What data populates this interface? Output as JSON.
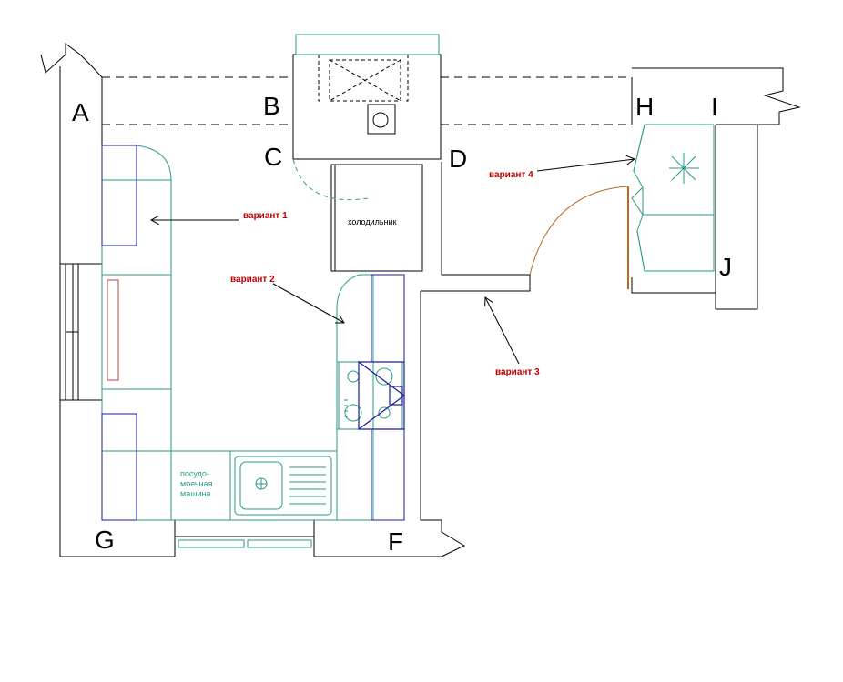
{
  "points": {
    "a": "A",
    "b": "B",
    "c": "C",
    "d": "D",
    "h": "H",
    "i": "I",
    "j": "J",
    "g": "G",
    "f": "F"
  },
  "variants": {
    "v1": "вариант 1",
    "v2": "вариант 2",
    "v3": "вариант 3",
    "v4": "вариант 4"
  },
  "appliances": {
    "fridge": "холодильник",
    "dishwasher_line1": "посудо-",
    "dishwasher_line2": "моечная",
    "dishwasher_line3": "машина"
  },
  "colors": {
    "wall": "#000000",
    "furniture": "#2a9a8a",
    "appliance": "#1a1aa0",
    "door": "#b86a20",
    "annotation": "#c00000"
  }
}
